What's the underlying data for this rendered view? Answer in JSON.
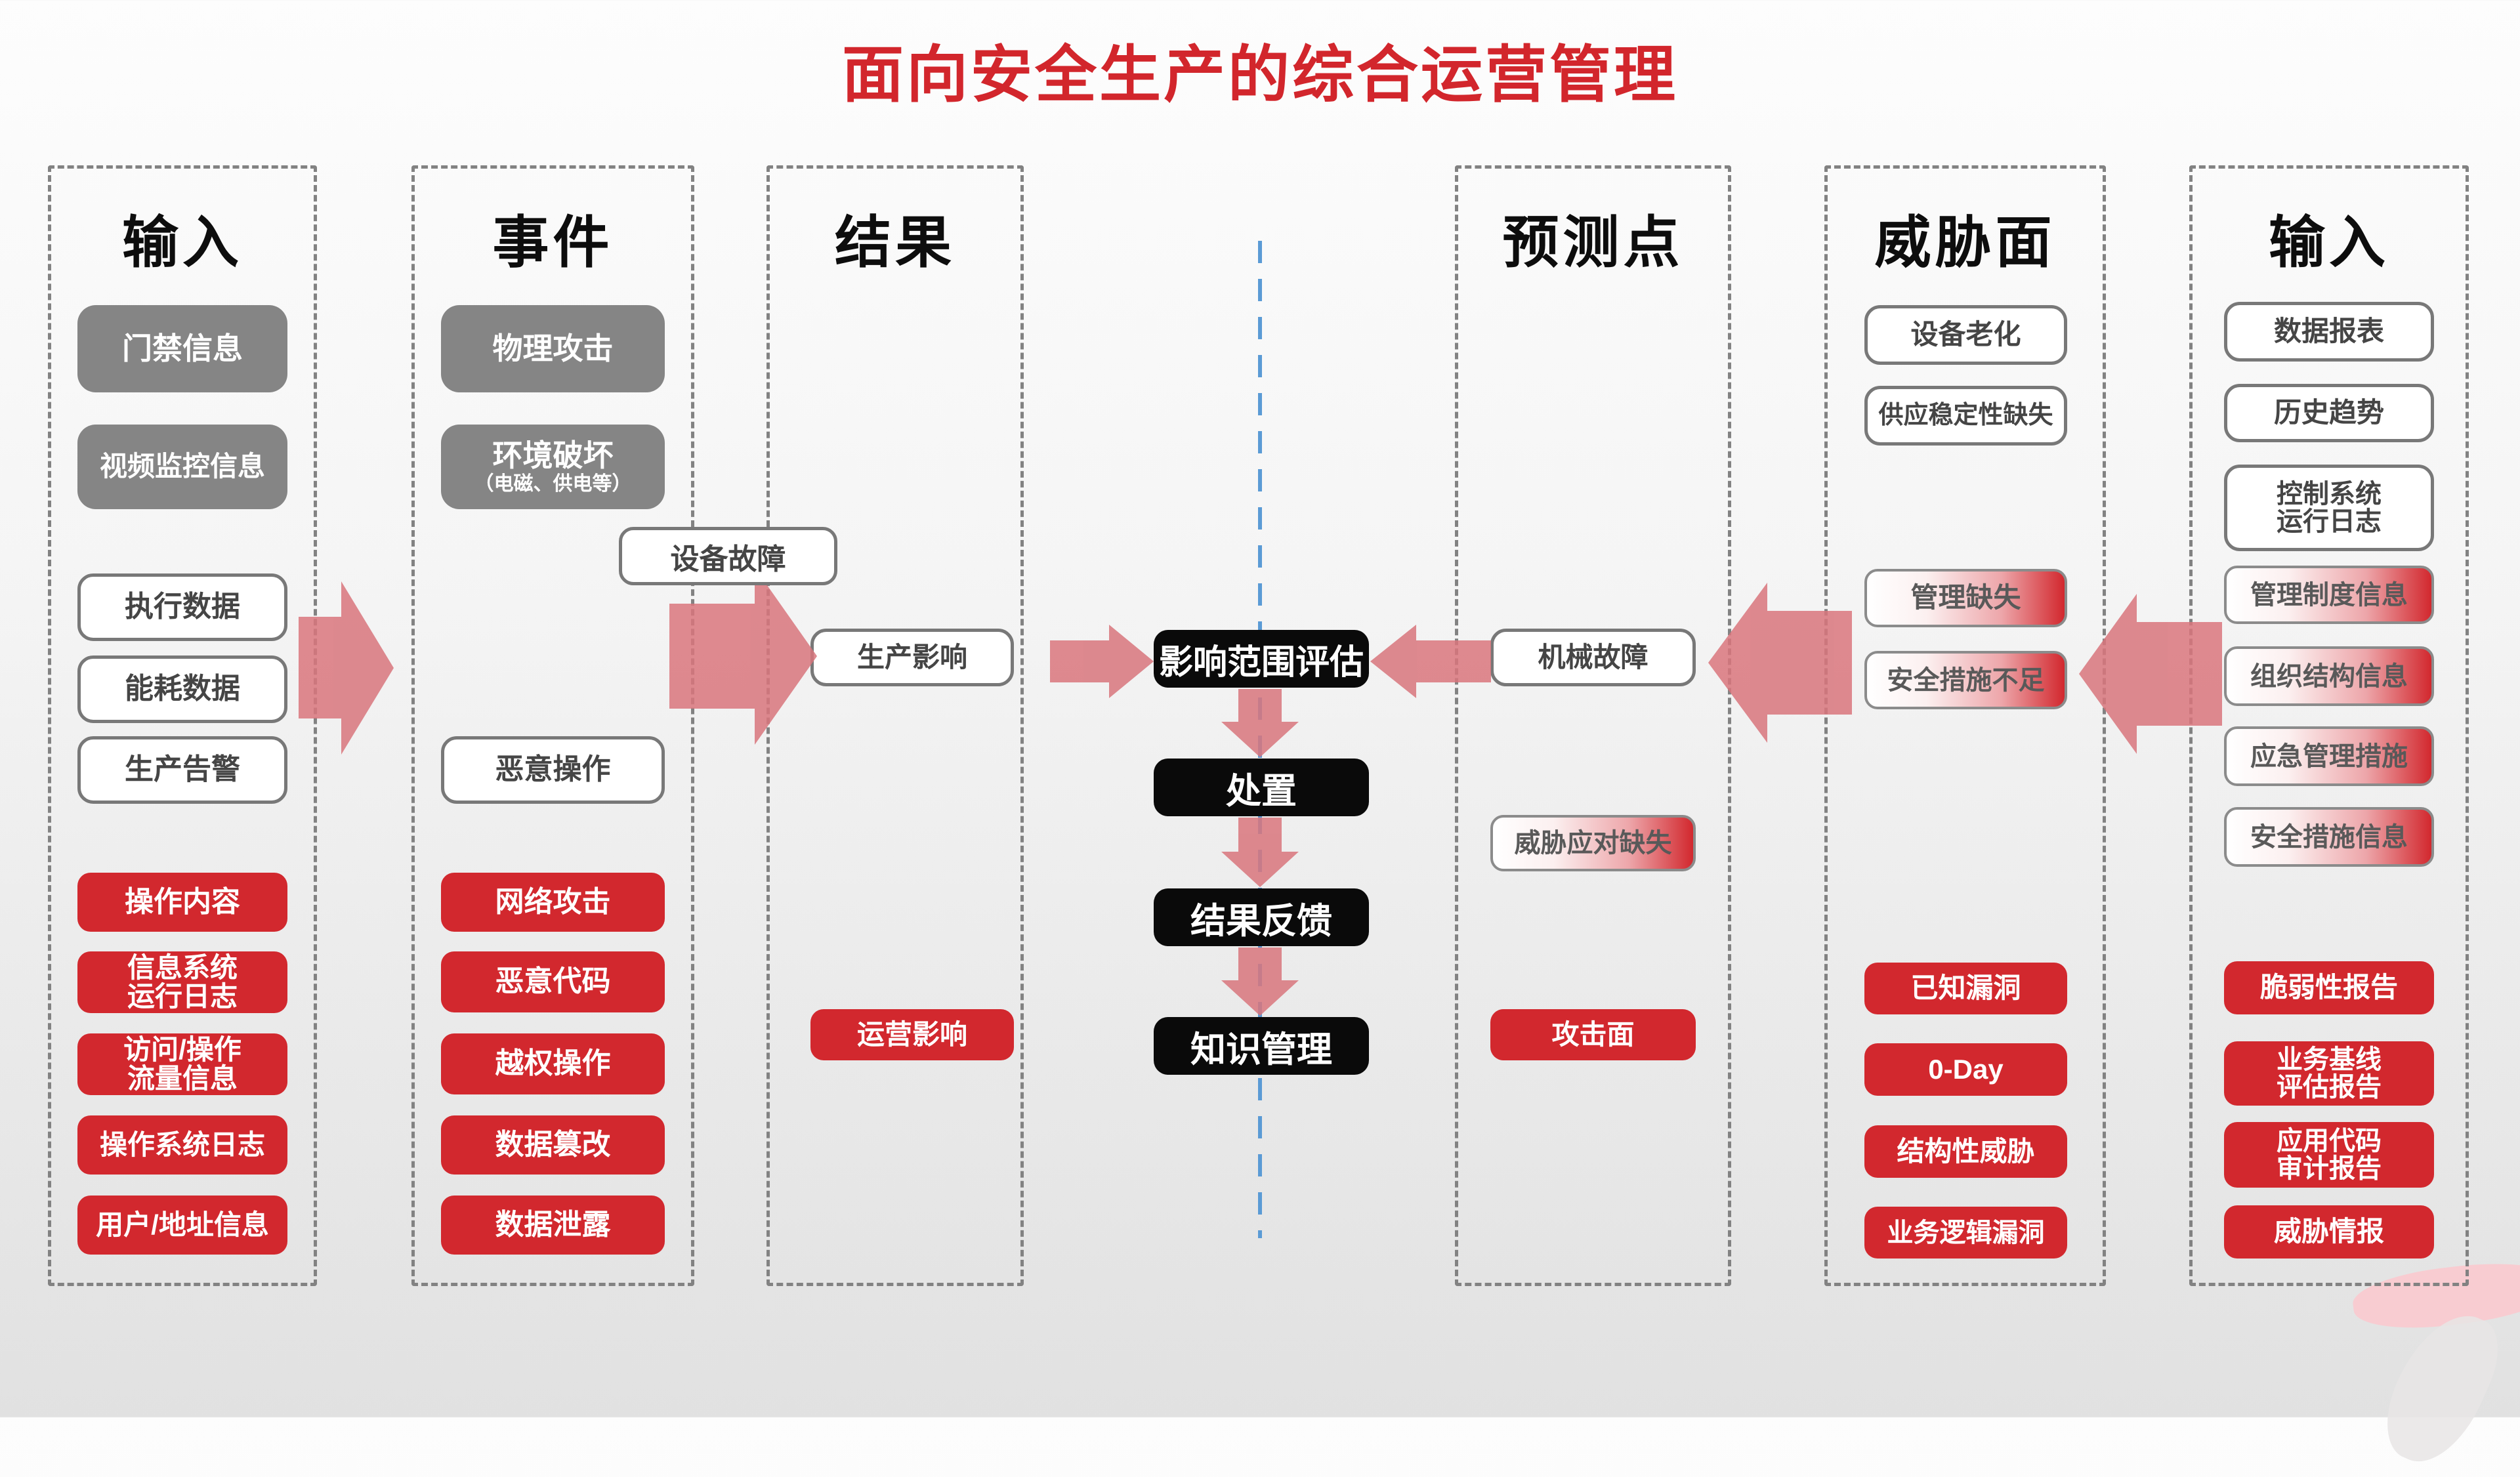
{
  "title": "面向安全生产的综合运营管理",
  "colors": {
    "title_red": "#d2262c",
    "box_red": "#d2282e",
    "box_gray": "#858585",
    "box_black": "#0a0a0a",
    "gradient_red_edge": "#d2282e",
    "arrow_pink": "#d9767d",
    "guide_blue": "#5b9bd5",
    "frame_dash_gray": "#828282"
  },
  "columns": [
    {
      "id": "input-left",
      "header": "输入",
      "boxes": [
        {
          "label": "门禁信息",
          "variant": "gray"
        },
        {
          "label": "视频监控信息",
          "variant": "gray"
        },
        {
          "label": "执行数据",
          "variant": "white"
        },
        {
          "label": "能耗数据",
          "variant": "white"
        },
        {
          "label": "生产告警",
          "variant": "white"
        },
        {
          "label": "操作内容",
          "variant": "red"
        },
        {
          "line1": "信息系统",
          "line2": "运行日志",
          "variant": "red"
        },
        {
          "line1": "访问/操作",
          "line2": "流量信息",
          "variant": "red"
        },
        {
          "label": "操作系统日志",
          "variant": "red"
        },
        {
          "label": "用户/地址信息",
          "variant": "red"
        }
      ]
    },
    {
      "id": "event",
      "header": "事件",
      "boxes": [
        {
          "label": "物理攻击",
          "variant": "gray"
        },
        {
          "label": "环境破坏",
          "sub": "（电磁、供电等）",
          "variant": "gray"
        },
        {
          "label": "恶意操作",
          "variant": "white"
        },
        {
          "label": "网络攻击",
          "variant": "red"
        },
        {
          "label": "恶意代码",
          "variant": "red"
        },
        {
          "label": "越权操作",
          "variant": "red"
        },
        {
          "label": "数据篡改",
          "variant": "red"
        },
        {
          "label": "数据泄露",
          "variant": "red"
        }
      ]
    },
    {
      "id": "result",
      "header": "结果",
      "boxes": [
        {
          "label": "生产影响",
          "variant": "white"
        },
        {
          "label": "运营影响",
          "variant": "red"
        }
      ]
    },
    {
      "id": "prediction-point",
      "header": "预测点",
      "boxes": [
        {
          "label": "机械故障",
          "variant": "white"
        },
        {
          "label": "威胁应对缺失",
          "variant": "grad"
        },
        {
          "label": "攻击面",
          "variant": "red"
        }
      ]
    },
    {
      "id": "threat-surface",
      "header": "威胁面",
      "boxes": [
        {
          "label": "设备老化",
          "variant": "white"
        },
        {
          "label": "供应稳定性缺失",
          "variant": "white"
        },
        {
          "label": "管理缺失",
          "variant": "grad"
        },
        {
          "label": "安全措施不足",
          "variant": "grad"
        },
        {
          "label": "已知漏洞",
          "variant": "red"
        },
        {
          "label": "0-Day",
          "variant": "red"
        },
        {
          "label": "结构性威胁",
          "variant": "red"
        },
        {
          "label": "业务逻辑漏洞",
          "variant": "red"
        }
      ]
    },
    {
      "id": "input-right",
      "header": "输入",
      "boxes": [
        {
          "label": "数据报表",
          "variant": "white"
        },
        {
          "label": "历史趋势",
          "variant": "white"
        },
        {
          "line1": "控制系统",
          "line2": "运行日志",
          "variant": "white"
        },
        {
          "label": "管理制度信息",
          "variant": "grad"
        },
        {
          "label": "组织结构信息",
          "variant": "grad"
        },
        {
          "label": "应急管理措施",
          "variant": "grad"
        },
        {
          "label": "安全措施信息",
          "variant": "grad"
        },
        {
          "label": "脆弱性报告",
          "variant": "red"
        },
        {
          "line1": "业务基线",
          "line2": "评估报告",
          "variant": "red"
        },
        {
          "line1": "应用代码",
          "line2": "审计报告",
          "variant": "red"
        },
        {
          "label": "威胁情报",
          "variant": "red"
        }
      ]
    }
  ],
  "floating": {
    "device_fault": "设备故障"
  },
  "center": {
    "steps": [
      "影响范围评估",
      "处置",
      "结果反馈",
      "知识管理"
    ]
  }
}
